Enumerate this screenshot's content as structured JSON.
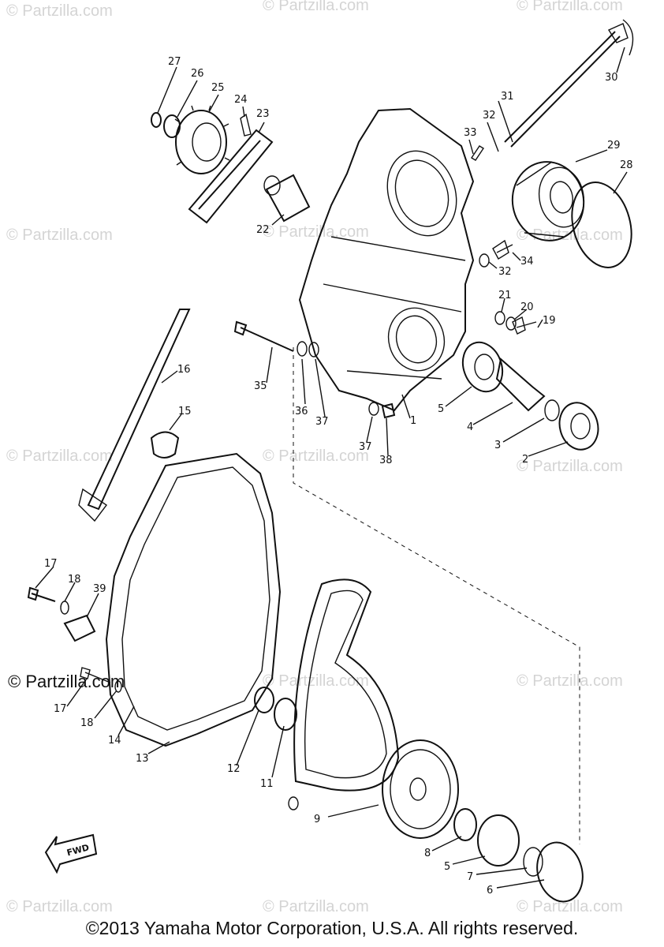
{
  "watermark_text": "© Partzilla.com",
  "watermark_dark_text": "© Partzilla.com",
  "copyright": "©2013 Yamaha Motor Corporation, U.S.A. All rights reserved.",
  "fwd_label": "FWD",
  "callouts": [
    "1",
    "2",
    "3",
    "4",
    "5",
    "5",
    "6",
    "7",
    "8",
    "9",
    "11",
    "12",
    "13",
    "14",
    "15",
    "16",
    "17",
    "17",
    "18",
    "18",
    "19",
    "20",
    "21",
    "22",
    "23",
    "24",
    "25",
    "26",
    "27",
    "28",
    "29",
    "30",
    "31",
    "32",
    "32",
    "33",
    "34",
    "35",
    "36",
    "37",
    "37",
    "38",
    "39"
  ],
  "colors": {
    "line": "#111111",
    "watermark": "#d4d4d4",
    "background": "#ffffff"
  }
}
